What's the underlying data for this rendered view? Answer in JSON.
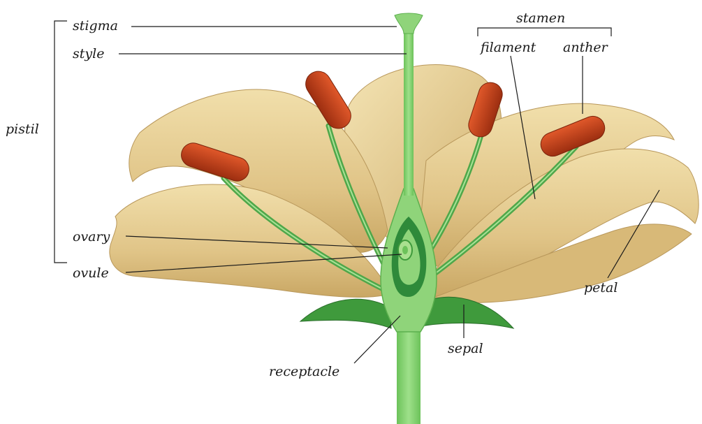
{
  "labels": {
    "stigma": "stigma",
    "style": "style",
    "pistil": "pistil",
    "ovary": "ovary",
    "ovule": "ovule",
    "receptacle": "receptacle",
    "sepal": "sepal",
    "petal": "petal",
    "stamen": "stamen",
    "filament": "filament",
    "anther": "anther"
  },
  "colors": {
    "petal": "#e3c98a",
    "petal_shadow": "#c9a764",
    "petal_highlight": "#f3e2b0",
    "stem": "#8fd47a",
    "stem_dark": "#5cb04e",
    "ovary_dark": "#2e8a3a",
    "sepal": "#3f9a3c",
    "anther": "#c8401c",
    "anther_dark": "#8f2a0f"
  }
}
